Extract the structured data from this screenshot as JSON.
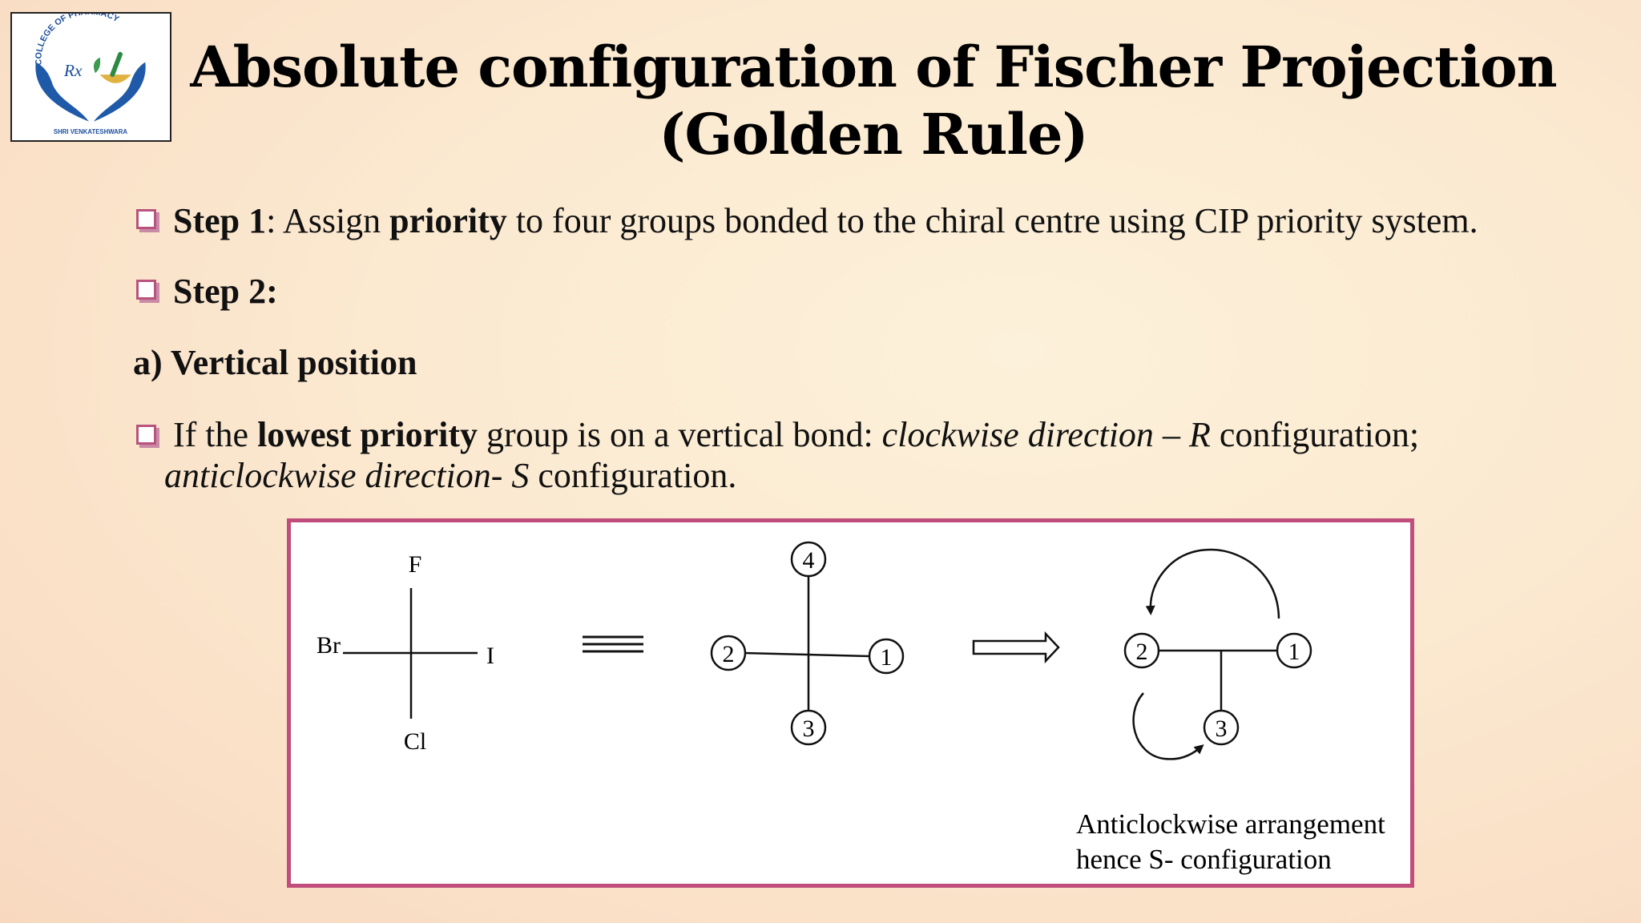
{
  "slide": {
    "title_line1": "Absolute configuration of Fischer Projection",
    "title_line2": "(Golden Rule)",
    "logo": {
      "icon": "college-of-pharmacy-logo",
      "arc_text": "COLLEGE OF PHARMACY",
      "rx_text": "Rx",
      "bottom_text": "SHRI VENKATESHWARA"
    },
    "step1": {
      "label": "Step 1",
      "pre": ": Assign ",
      "bold": "priority",
      "post": " to four groups bonded to the chiral centre using CIP priority system."
    },
    "step2": {
      "label": "Step 2:"
    },
    "sub_a": {
      "label": "a) Vertical position"
    },
    "rule": {
      "pre": "If the ",
      "bold": "lowest priority",
      "mid": " group is on a vertical bond: ",
      "italic1": "clockwise direction",
      "dash": " – ",
      "r_letter": "R",
      "config1": " configuration;",
      "italic2": "anticlockwise direction- ",
      "s_letter": "S",
      "config2": " configuration."
    },
    "bullet_colors": {
      "border": "#b8537e",
      "shadow": "#c98aa6"
    }
  },
  "diagram": {
    "fischer_labels": {
      "top": "F",
      "left": "Br",
      "right": "I",
      "bottom": "Cl"
    },
    "priority_cross": {
      "top": "4",
      "left": "2",
      "right": "1",
      "bottom": "3"
    },
    "t_shape": {
      "left": "2",
      "right": "1",
      "bottom": "3"
    },
    "caption_line1": "Anticlockwise arrangement",
    "caption_line2": "hence S- configuration",
    "border_color": "#c04d7b"
  }
}
